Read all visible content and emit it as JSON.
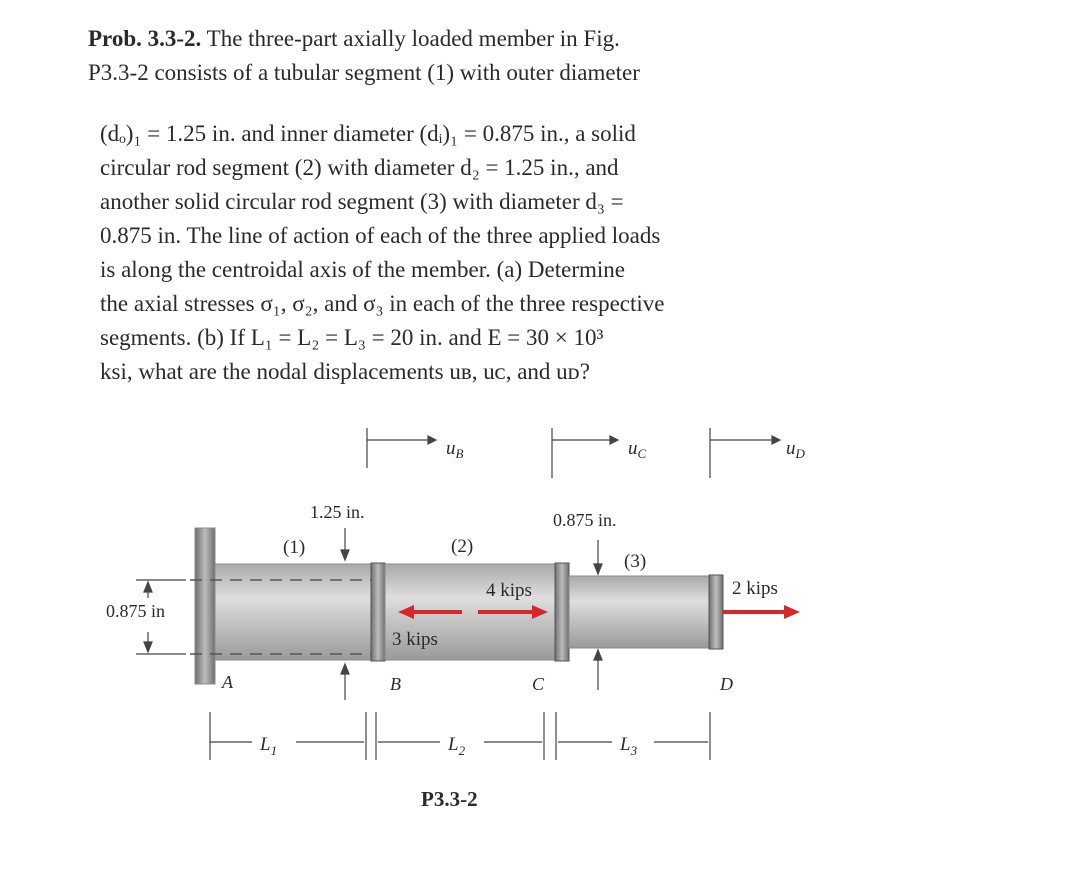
{
  "problem": {
    "label": "Prob. 3.3-2.",
    "line1_rest": "The three-part axially loaded member in Fig.",
    "line2": "P3.3-2 consists of a tubular segment (1) with outer diameter",
    "line3": "(dₒ)₁ = 1.25 in. and inner diameter (dᵢ)₁ = 0.875 in., a solid",
    "line4": "circular rod segment (2) with diameter d₂ = 1.25 in., and",
    "line5": "another solid circular rod segment (3) with diameter d₃ =",
    "line6": "0.875 in. The line of action of each of the three applied loads",
    "line7": "is along the centroidal axis of the member. (a) Determine",
    "line8": "the axial stresses σ₁, σ₂, and σ₃ in each of the three respective",
    "line9": "segments. (b) If L₁ = L₂ = L₃ = 20 in. and E = 30 × 10³",
    "line10": "ksi, what are the nodal displacements uʙ, uᴄ, and uᴅ?"
  },
  "figure": {
    "disp_uB": "u",
    "disp_uB_sub": "B",
    "disp_uC": "u",
    "disp_uC_sub": "C",
    "disp_uD": "u",
    "disp_uD_sub": "D",
    "dim_outer": "1.25 in.",
    "dim_inner": "0.875 in",
    "dim_seg3": "0.875 in.",
    "seg1": "(1)",
    "seg2": "(2)",
    "seg3": "(3)",
    "load_4": "4 kips",
    "load_3": "3 kips",
    "load_2": "2 kips",
    "node_A": "A",
    "node_B": "B",
    "node_C": "C",
    "node_D": "D",
    "L1": "L",
    "L1_sub": "1",
    "L2": "L",
    "L2_sub": "2",
    "L3": "L",
    "L3_sub": "3",
    "caption": "P3.3-2",
    "arrow_color": "#d6282b"
  }
}
